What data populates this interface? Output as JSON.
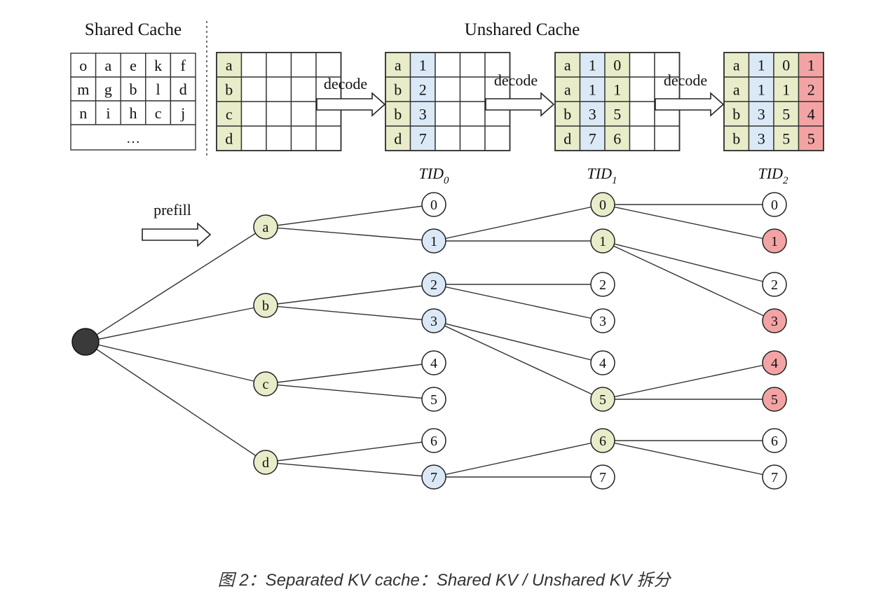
{
  "headings": {
    "shared": "Shared Cache",
    "unshared": "Unshared Cache"
  },
  "colors": {
    "green": "#e8ecc9",
    "blue": "#dbe9f7",
    "red": "#f3a3a3",
    "root": "#3a3a3a",
    "line": "#333333"
  },
  "shared_cache": {
    "rows": [
      [
        "o",
        "a",
        "e",
        "k",
        "f"
      ],
      [
        "m",
        "g",
        "b",
        "l",
        "d"
      ],
      [
        "n",
        "i",
        "h",
        "c",
        "j"
      ]
    ],
    "ellipsis": "…"
  },
  "unshared_tables": [
    {
      "rows": [
        [
          "a",
          "",
          "",
          "",
          ""
        ],
        [
          "b",
          "",
          "",
          "",
          ""
        ],
        [
          "c",
          "",
          "",
          "",
          ""
        ],
        [
          "d",
          "",
          "",
          "",
          ""
        ]
      ]
    },
    {
      "rows": [
        [
          "a",
          "1",
          "",
          "",
          ""
        ],
        [
          "b",
          "2",
          "",
          "",
          ""
        ],
        [
          "b",
          "3",
          "",
          "",
          ""
        ],
        [
          "d",
          "7",
          "",
          "",
          ""
        ]
      ]
    },
    {
      "rows": [
        [
          "a",
          "1",
          "0",
          "",
          ""
        ],
        [
          "a",
          "1",
          "1",
          "",
          ""
        ],
        [
          "b",
          "3",
          "5",
          "",
          ""
        ],
        [
          "d",
          "7",
          "6",
          "",
          ""
        ]
      ]
    },
    {
      "rows": [
        [
          "a",
          "1",
          "0",
          "1"
        ],
        [
          "a",
          "1",
          "1",
          "2"
        ],
        [
          "b",
          "3",
          "5",
          "4"
        ],
        [
          "b",
          "3",
          "5",
          "5"
        ]
      ]
    }
  ],
  "arrow_labels": {
    "decode": "decode",
    "prefill": "prefill"
  },
  "tid_labels": [
    {
      "base": "TID",
      "sub": "0"
    },
    {
      "base": "TID",
      "sub": "1"
    },
    {
      "base": "TID",
      "sub": "2"
    }
  ],
  "tree": {
    "level1": [
      {
        "label": "a",
        "color": "green"
      },
      {
        "label": "b",
        "color": "green"
      },
      {
        "label": "c",
        "color": "green"
      },
      {
        "label": "d",
        "color": "green"
      }
    ],
    "level2": [
      {
        "label": "0",
        "color": "white",
        "parent": 0
      },
      {
        "label": "1",
        "color": "blue",
        "parent": 0
      },
      {
        "label": "2",
        "color": "blue",
        "parent": 1
      },
      {
        "label": "3",
        "color": "blue",
        "parent": 1
      },
      {
        "label": "4",
        "color": "white",
        "parent": 2
      },
      {
        "label": "5",
        "color": "white",
        "parent": 2
      },
      {
        "label": "6",
        "color": "white",
        "parent": 3
      },
      {
        "label": "7",
        "color": "blue",
        "parent": 3
      }
    ],
    "level3": [
      {
        "label": "0",
        "color": "green",
        "parent": 1
      },
      {
        "label": "1",
        "color": "green",
        "parent": 1
      },
      {
        "label": "2",
        "color": "white",
        "parent": 2
      },
      {
        "label": "3",
        "color": "white",
        "parent": 2
      },
      {
        "label": "4",
        "color": "white",
        "parent": 3
      },
      {
        "label": "5",
        "color": "green",
        "parent": 3
      },
      {
        "label": "6",
        "color": "green",
        "parent": 7
      },
      {
        "label": "7",
        "color": "white",
        "parent": 7
      }
    ],
    "level4": [
      {
        "label": "0",
        "color": "white",
        "parent": 0
      },
      {
        "label": "1",
        "color": "red",
        "parent": 0
      },
      {
        "label": "2",
        "color": "white",
        "parent": 1
      },
      {
        "label": "3",
        "color": "red",
        "parent": 1
      },
      {
        "label": "4",
        "color": "red",
        "parent": 5
      },
      {
        "label": "5",
        "color": "red",
        "parent": 5
      },
      {
        "label": "6",
        "color": "white",
        "parent": 6
      },
      {
        "label": "7",
        "color": "white",
        "parent": 6
      }
    ]
  },
  "caption": "图 2：Separated KV cache：Shared KV / Unshared KV 拆分"
}
